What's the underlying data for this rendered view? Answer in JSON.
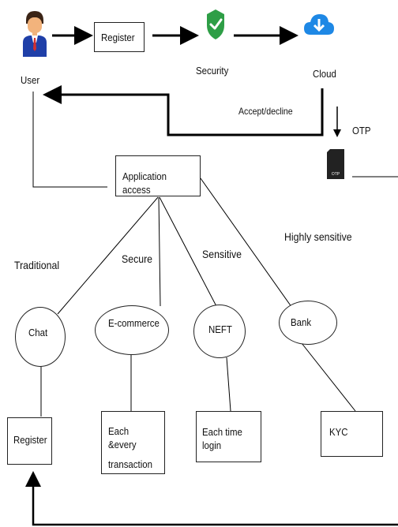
{
  "nodes": {
    "user": "User",
    "register_top": "Register",
    "security": "Security",
    "cloud": "Cloud",
    "accept_decline": "Accept/decline",
    "otp": "OTP",
    "otp_device_text": "OTP",
    "application_access": "Application access",
    "highly_sensitive": "Highly sensitive",
    "traditional": "Traditional",
    "secure": "Secure",
    "sensitive": "Sensitive",
    "chat": "Chat",
    "ecommerce": "E-commerce",
    "neft": "NEFT",
    "bank": "Bank",
    "register_bottom": "Register",
    "each_every_line1": "Each &every",
    "each_every_line2": "transaction",
    "each_time_login": "Each time login",
    "kyc": "KYC"
  },
  "icons": {
    "user": "person-avatar-icon",
    "security": "shield-check-icon",
    "cloud": "cloud-download-icon",
    "otp_device": "phone-otp-icon"
  },
  "colors": {
    "shield": "#2e9e46",
    "cloud": "#1e88e5",
    "user_suit": "#1f3fa8",
    "line": "#000000"
  }
}
